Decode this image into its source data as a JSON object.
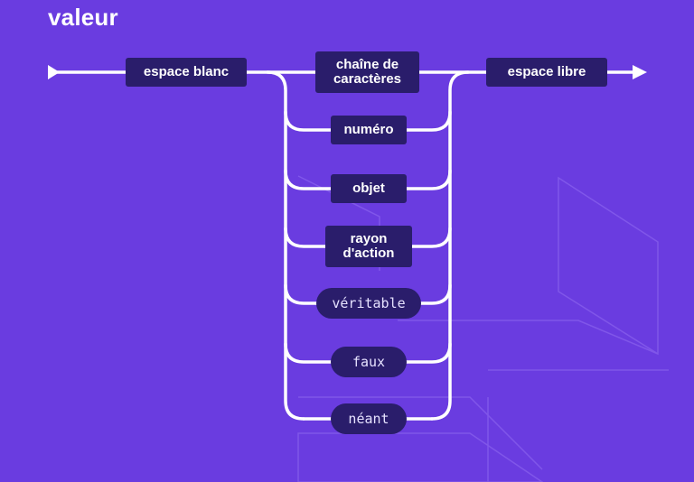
{
  "title": "valeur",
  "input": {
    "label": "espace blanc"
  },
  "output": {
    "label": "espace libre"
  },
  "options": [
    {
      "id": "chaine",
      "line1": "chaîne de",
      "line2": "caractères",
      "kind": "box"
    },
    {
      "id": "numero",
      "line1": "numéro",
      "kind": "box"
    },
    {
      "id": "objet",
      "line1": "objet",
      "kind": "box"
    },
    {
      "id": "rayon",
      "line1": "rayon",
      "line2": "d'action",
      "kind": "box"
    },
    {
      "id": "veritable",
      "line1": "véritable",
      "kind": "literal"
    },
    {
      "id": "faux",
      "line1": "faux",
      "kind": "literal"
    },
    {
      "id": "neant",
      "line1": "néant",
      "kind": "literal"
    }
  ],
  "colors": {
    "background": "#6a3ce0",
    "node_fill": "#2a1d6b",
    "line": "#ffffff"
  }
}
